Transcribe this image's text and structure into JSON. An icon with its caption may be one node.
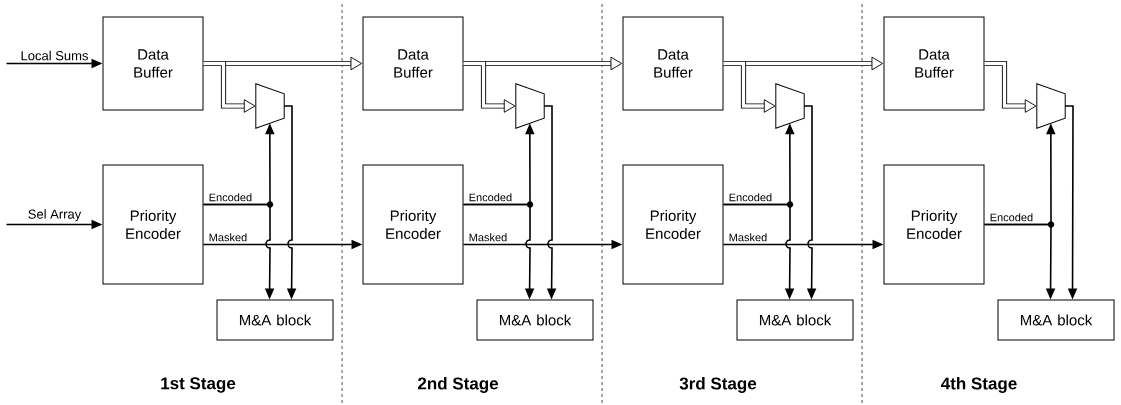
{
  "diagram": {
    "nodes": [
      {
        "text": [
          "Data Buffer"
        ]
      },
      {
        "text": [],
        "shape": "trapezoid"
      },
      {
        "text": [
          "Priority Encoder"
        ]
      },
      {
        "text": [
          "M&A block"
        ]
      },
      {
        "text": [
          "Data Buffer"
        ]
      },
      {
        "text": [],
        "shape": "trapezoid"
      },
      {
        "text": [
          "Priority Encoder"
        ]
      },
      {
        "text": [
          "M&A block"
        ]
      },
      {
        "text": [
          "Data Buffer"
        ]
      },
      {
        "text": [],
        "shape": "trapezoid"
      },
      {
        "text": [
          "Priority Encoder"
        ]
      },
      {
        "text": [
          "M&A block"
        ]
      },
      {
        "text": [
          "Data Buffer"
        ]
      },
      {
        "text": [],
        "shape": "trapezoid"
      },
      {
        "text": [
          "Priority Encoder"
        ]
      },
      {
        "text": [
          "M&A block"
        ]
      }
    ],
    "edges": [
      {
        "from": null,
        "to": 0,
        "arrow": "to",
        "label": "Local Sums"
      },
      {
        "from": null,
        "to": 2,
        "arrow": "to",
        "label": "Sel Array"
      },
      {
        "from": 0,
        "to": 4,
        "arrow": "to",
        "style": "thick"
      },
      {
        "from": 0,
        "to": 1,
        "arrow": "to",
        "style": "thick"
      },
      {
        "from": 2,
        "to": 1,
        "arrow": "to",
        "label": "Encoded"
      },
      {
        "from": 2,
        "to": 3,
        "arrow": "to"
      },
      {
        "from": 1,
        "to": 3,
        "arrow": "to"
      },
      {
        "from": 2,
        "to": 6,
        "arrow": "to",
        "label": "Masked"
      },
      {
        "from": 4,
        "to": 8,
        "arrow": "to",
        "style": "thick"
      },
      {
        "from": 4,
        "to": 5,
        "arrow": "to",
        "style": "thick"
      },
      {
        "from": 6,
        "to": 5,
        "arrow": "to",
        "label": "Encoded"
      },
      {
        "from": 6,
        "to": 7,
        "arrow": "to"
      },
      {
        "from": 5,
        "to": 7,
        "arrow": "to"
      },
      {
        "from": 6,
        "to": 10,
        "arrow": "to",
        "label": "Masked"
      },
      {
        "from": 8,
        "to": 12,
        "arrow": "to",
        "style": "thick"
      },
      {
        "from": 8,
        "to": 9,
        "arrow": "to",
        "style": "thick"
      },
      {
        "from": 10,
        "to": 9,
        "arrow": "to",
        "label": "Encoded"
      },
      {
        "from": 10,
        "to": 11,
        "arrow": "to"
      },
      {
        "from": 9,
        "to": 11,
        "arrow": "to"
      },
      {
        "from": 10,
        "to": 14,
        "arrow": "to",
        "label": "Masked"
      },
      {
        "from": 12,
        "to": 13,
        "arrow": "to",
        "style": "thick"
      },
      {
        "from": 14,
        "to": 13,
        "arrow": "to",
        "label": "Encoded"
      },
      {
        "from": 14,
        "to": 15,
        "arrow": "to"
      },
      {
        "from": 13,
        "to": 15,
        "arrow": "to"
      }
    ],
    "labels": [
      "1st Stage",
      "2nd Stage",
      "3rd Stage",
      "4th Stage"
    ]
  }
}
